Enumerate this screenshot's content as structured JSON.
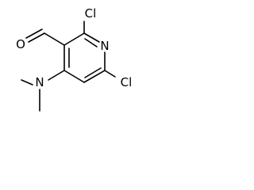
{
  "molecule": {
    "atom_labels": {
      "chlorine_top": "Cl",
      "chlorine_bottom": "Cl",
      "ring_nitrogen": "N",
      "aldehyde_oxygen": "O",
      "amine_nitrogen": "N"
    },
    "line_color": "#000000",
    "background_color": "#ffffff"
  }
}
